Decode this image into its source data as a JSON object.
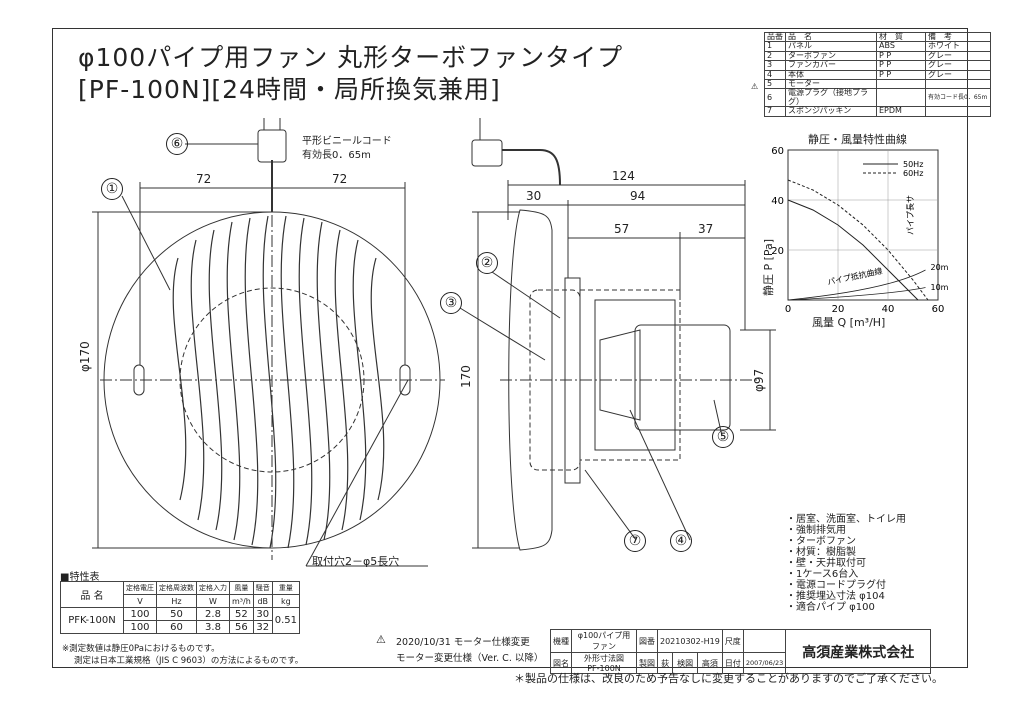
{
  "title": {
    "line1": "φ100パイプ用ファン 丸形ターボファンタイプ",
    "line2": "[PF-100N][24時間・局所換気兼用]"
  },
  "callouts": [
    "①",
    "②",
    "③",
    "④",
    "⑤",
    "⑥",
    "⑦"
  ],
  "cord": {
    "line1": "平形ビニールコード",
    "line2": "有効長0．65m"
  },
  "dims": {
    "w72a": "72",
    "w72b": "72",
    "d124": "124",
    "d30": "30",
    "d94": "94",
    "d57": "57",
    "d37": "37",
    "h170a": "φ170",
    "h170b": "170",
    "dia97": "φ97"
  },
  "mount_hole": "取付穴2－φ5長穴",
  "parts": {
    "headers": [
      "品番",
      "品　名",
      "材　質",
      "備　考"
    ],
    "rows": [
      [
        "1",
        "パネル",
        "ABS",
        "ホワイト"
      ],
      [
        "2",
        "ターボファン",
        "P P",
        "グレー"
      ],
      [
        "3",
        "ファンカバー",
        "P P",
        "グレー"
      ],
      [
        "4",
        "本体",
        "P P",
        "グレー"
      ],
      [
        "5",
        "モーター",
        "",
        ""
      ],
      [
        "6",
        "電源プラグ（接地プラグ）",
        "",
        "有効コード長0．65m"
      ],
      [
        "7",
        "スポンジパッキン",
        "EPDM",
        ""
      ]
    ],
    "rev_mark": "⚠"
  },
  "chart_data": {
    "type": "line",
    "title": "静圧・風量特性曲線",
    "xlabel": "風量 Q [m³/H]",
    "ylabel": "静圧 P [Pa]",
    "xlim": [
      0,
      60
    ],
    "ylim": [
      0,
      60
    ],
    "xticks": [
      "0",
      "20",
      "40",
      "60"
    ],
    "yticks": [
      "20",
      "40",
      "60"
    ],
    "legend": [
      "50Hz",
      "60Hz"
    ],
    "series": [
      {
        "name": "50Hz",
        "style": "solid",
        "x": [
          0,
          10,
          20,
          30,
          40,
          52
        ],
        "y": [
          40,
          36,
          30,
          22,
          12,
          0
        ]
      },
      {
        "name": "60Hz",
        "style": "dashed",
        "x": [
          0,
          10,
          20,
          30,
          40,
          50,
          56
        ],
        "y": [
          48,
          44,
          38,
          30,
          20,
          8,
          0
        ]
      }
    ],
    "annotations": [
      "パイプ長サ",
      "パイプ抵抗曲線",
      "20m",
      "10m"
    ]
  },
  "features": [
    "・居室、洗面室、トイレ用",
    "・強制排気用",
    "・ターボファン",
    "・材質：樹脂製",
    "・壁・天井取付可",
    "・1ケース6台入",
    "・電源コードプラグ付",
    "・推奨埋込寸法 φ104",
    "・適合パイプ φ100"
  ],
  "specs": {
    "label": "■特性表",
    "h1": [
      "品 名",
      "定格電圧",
      "定格周波数",
      "定格入力",
      "風量",
      "騒音",
      "重量"
    ],
    "h2": [
      "V",
      "Hz",
      "W",
      "m³/h",
      "dB",
      "kg"
    ],
    "model": "PFK-100N",
    "rows": [
      [
        "100",
        "50",
        "2.8",
        "52",
        "30"
      ],
      [
        "100",
        "60",
        "3.8",
        "56",
        "32"
      ]
    ],
    "weight": "0.51"
  },
  "footnotes": [
    "※測定数値は静圧0Paにおけるものです。",
    "測定は日本工業規格（JIS C 9603）の方法によるものです。"
  ],
  "revision": {
    "line1": "2020/10/31 モーター仕様変更",
    "line2": "モーター変更仕様（Ver. C. 以降）"
  },
  "titleblock": {
    "kishu_label": "機種",
    "kishu": "φ100パイプ用ファン",
    "zuban_label": "図番",
    "zuban": "20210302-H19",
    "shakudo": "尺度",
    "zumei_label": "図名",
    "zumei1": "外形寸法図",
    "zumei2": "PF-100N",
    "seizu": "製図",
    "seizu_v": "荻",
    "kenzu": "検図",
    "kenzu_v": "高須",
    "date_label": "日付",
    "date": "2007/06/23"
  },
  "company": "高須産業株式会社",
  "disclaimer": "＊製品の仕様は、改良のため予告なしに変更することがありますのでご了承ください。"
}
